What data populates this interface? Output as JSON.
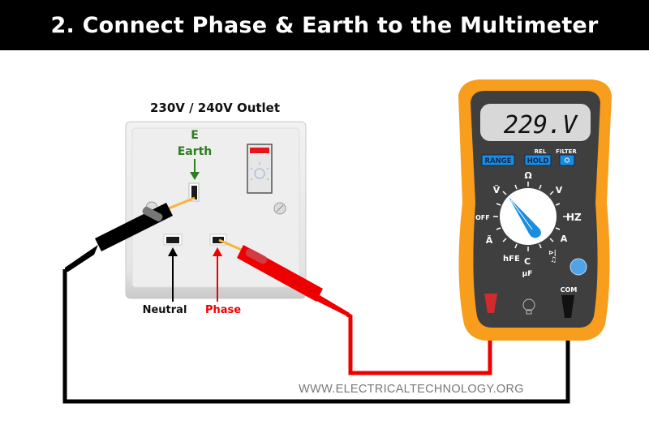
{
  "header": {
    "title": "2. Connect Phase & Earth to the Multimeter"
  },
  "outlet": {
    "title": "230V / 240V Outlet",
    "earth_short": "E",
    "earth_label": "Earth",
    "neutral_label": "Neutral",
    "phase_label": "Phase",
    "switch_indicator_color": "#e8141b"
  },
  "multimeter": {
    "display_value": "229.V",
    "buttons": {
      "range": "RANGE",
      "hold": "HOLD",
      "rel": "REL",
      "filter": "FILTER",
      "filter_icon": "sun-icon"
    },
    "dial_labels": {
      "ohm": "Ω",
      "v_ac": "Ṽ",
      "v_dc": "V",
      "off": "OFF",
      "hz": "HZ",
      "a_ac": "Ã",
      "a_dc": "A",
      "hfe": "hFE",
      "cap": "C",
      "cap_unit": "µF",
      "diode": "⊳|",
      "continuity": "♫"
    },
    "com_label": "COM",
    "colors": {
      "body": "#f99d1c",
      "panel": "#3f3f3f",
      "dial_pointer": "#1a8de0",
      "button": "#1a8de0"
    }
  },
  "colors": {
    "red_lead": "#ef0000",
    "black_lead": "#000000",
    "earth_arrow": "#2e7d20",
    "phase_arrow": "#ef0000"
  },
  "watermark": "WWW.ELECTRICALTECHNOLOGY.ORG"
}
